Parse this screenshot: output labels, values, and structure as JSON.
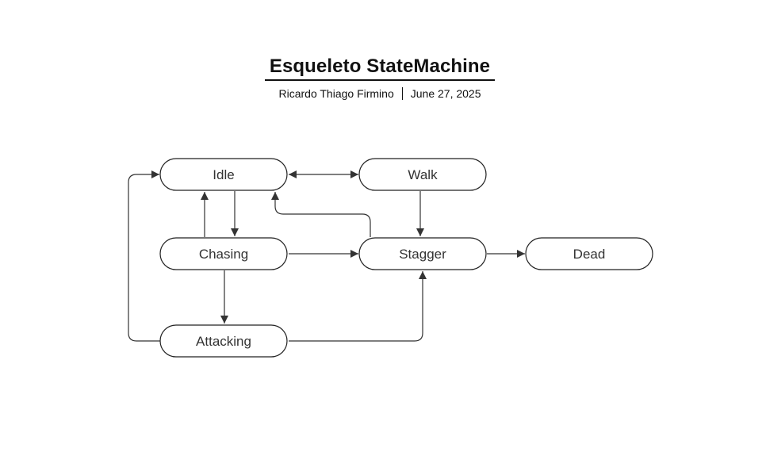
{
  "header": {
    "title": "Esqueleto StateMachine",
    "author": "Ricardo Thiago Firmino",
    "date": "June 27, 2025"
  },
  "diagram": {
    "nodes": [
      {
        "id": "idle",
        "label": "Idle"
      },
      {
        "id": "walk",
        "label": "Walk"
      },
      {
        "id": "chasing",
        "label": "Chasing"
      },
      {
        "id": "stagger",
        "label": "Stagger"
      },
      {
        "id": "dead",
        "label": "Dead"
      },
      {
        "id": "attacking",
        "label": "Attacking"
      }
    ],
    "edges": [
      {
        "from": "idle",
        "to": "walk",
        "bidirectional": true
      },
      {
        "from": "idle",
        "to": "chasing"
      },
      {
        "from": "chasing",
        "to": "idle"
      },
      {
        "from": "walk",
        "to": "stagger"
      },
      {
        "from": "chasing",
        "to": "stagger"
      },
      {
        "from": "stagger",
        "to": "idle"
      },
      {
        "from": "stagger",
        "to": "dead"
      },
      {
        "from": "chasing",
        "to": "attacking"
      },
      {
        "from": "attacking",
        "to": "idle"
      },
      {
        "from": "attacking",
        "to": "stagger"
      }
    ],
    "colors": {
      "stroke": "#222222",
      "text": "#333333",
      "background": "#ffffff"
    }
  }
}
